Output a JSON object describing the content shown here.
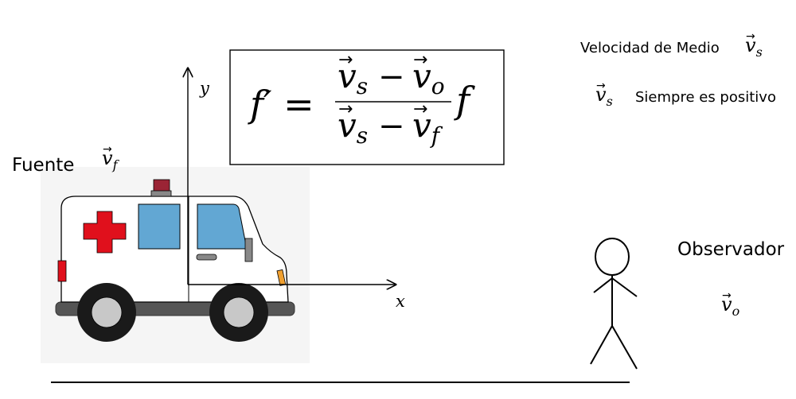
{
  "labels": {
    "source": "Fuente",
    "observer": "Observador",
    "medium_velocity": "Velocidad de Medio",
    "always_positive": "Siempre es positivo"
  },
  "axes": {
    "x": "x",
    "y": "y"
  },
  "symbols": {
    "v_source": "f",
    "v_observer": "o",
    "v_medium": "s",
    "v": "v"
  },
  "formula": {
    "lhs": "f′ =",
    "numerator_minus": "−",
    "denominator_minus": "−",
    "rhs_factor": "f"
  },
  "colors": {
    "cross": "#e0101c",
    "window": "#62a7d3",
    "siren": "#9b2435",
    "tire": "#1a1a1a",
    "hubcap": "#c8c8c8",
    "chassis": "#555555",
    "panel": "#f5f5f5",
    "blinker": "#f0a030"
  }
}
